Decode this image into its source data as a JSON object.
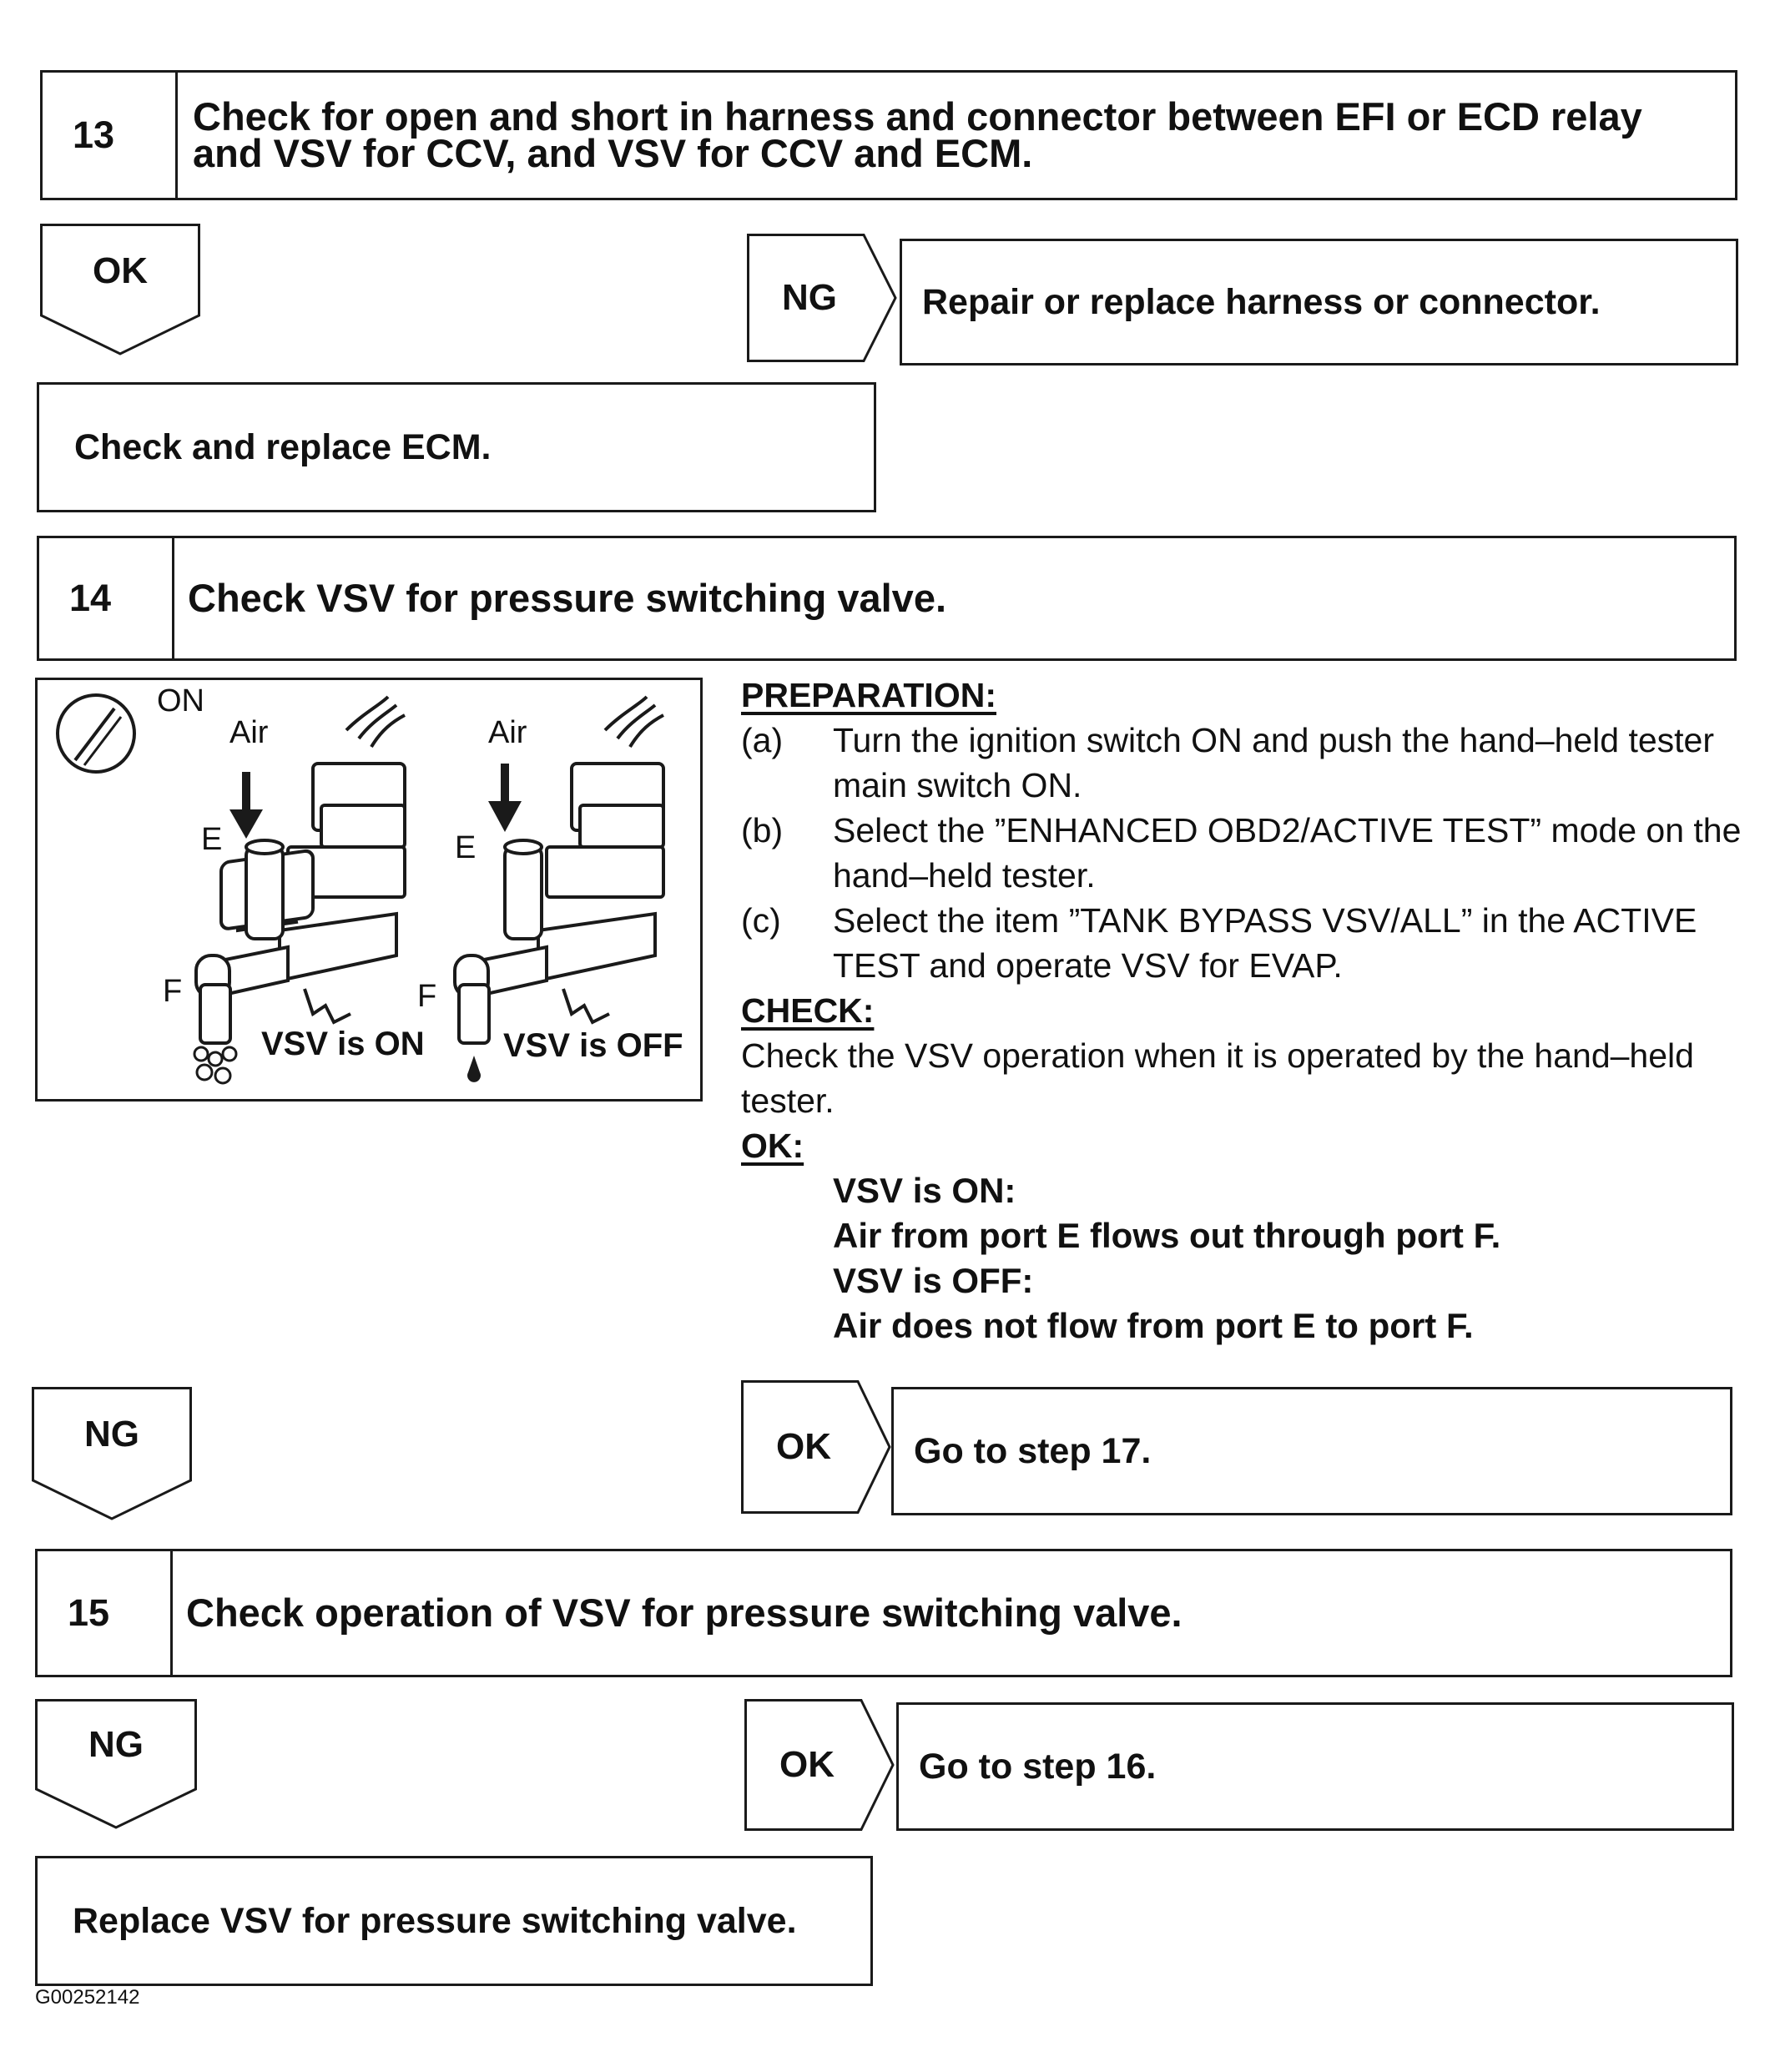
{
  "step13": {
    "number": "13",
    "title_line1": "Check for open and short in harness and connector between EFI or ECD relay",
    "title_line2": "and VSV for CCV, and VSV for CCV and ECM.",
    "ok_label": "OK",
    "ng_label": "NG",
    "ng_result": "Repair or replace harness or connector.",
    "ok_result": "Check and replace ECM."
  },
  "step14": {
    "number": "14",
    "title": "Check VSV for pressure switching valve.",
    "figure": {
      "on_label": "ON",
      "air_left": "Air",
      "air_right": "Air",
      "port_e_left": "E",
      "port_e_right": "E",
      "port_f_left": "F",
      "port_f_right": "F",
      "vsv_on": "VSV is ON",
      "vsv_off": "VSV is OFF"
    },
    "preparation_header": "PREPARATION:",
    "preparation": [
      {
        "label": "(a)",
        "text": "Turn the ignition switch ON and push the hand–held tester main switch ON."
      },
      {
        "label": "(b)",
        "text": "Select the ”ENHANCED OBD2/ACTIVE TEST” mode on the hand–held tester."
      },
      {
        "label": "(c)",
        "text": "Select the item ”TANK BYPASS VSV/ALL” in the ACTIVE TEST and operate VSV for EVAP."
      }
    ],
    "check_header": "CHECK:",
    "check_text": "Check the VSV operation when it is operated by the hand–held tester.",
    "ok_header": "OK:",
    "ok_lines": [
      "VSV is ON:",
      "Air from port E flows out through port F.",
      "VSV is OFF:",
      "Air does not flow from port E to port F."
    ],
    "ng_label": "NG",
    "ok_label": "OK",
    "ok_result": "Go to step 17."
  },
  "step15": {
    "number": "15",
    "title": "Check operation of VSV for pressure switching valve.",
    "ng_label": "NG",
    "ok_label": "OK",
    "ok_result": "Go to step 16.",
    "ng_result": "Replace VSV for pressure switching valve."
  },
  "footer": {
    "figure_id": "G00252142"
  }
}
